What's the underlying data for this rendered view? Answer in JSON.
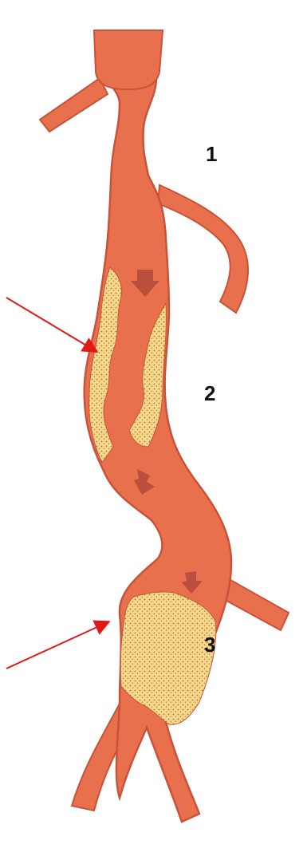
{
  "diagram": {
    "stage_labels": [
      "1",
      "2",
      "3"
    ],
    "colors": {
      "background": "#ffffff",
      "vessel_fill": "#e8704c",
      "vessel_edge": "#c7533a",
      "plaque_fill": "#f5d98a",
      "plaque_dots": "#b8643a",
      "flow_arrow": "#b0493a",
      "pointer_arrow": "#e11818",
      "label_text": "#111111"
    },
    "icons": {
      "flow": "down-arrow-icon",
      "pointer": "red-arrow-icon"
    }
  }
}
